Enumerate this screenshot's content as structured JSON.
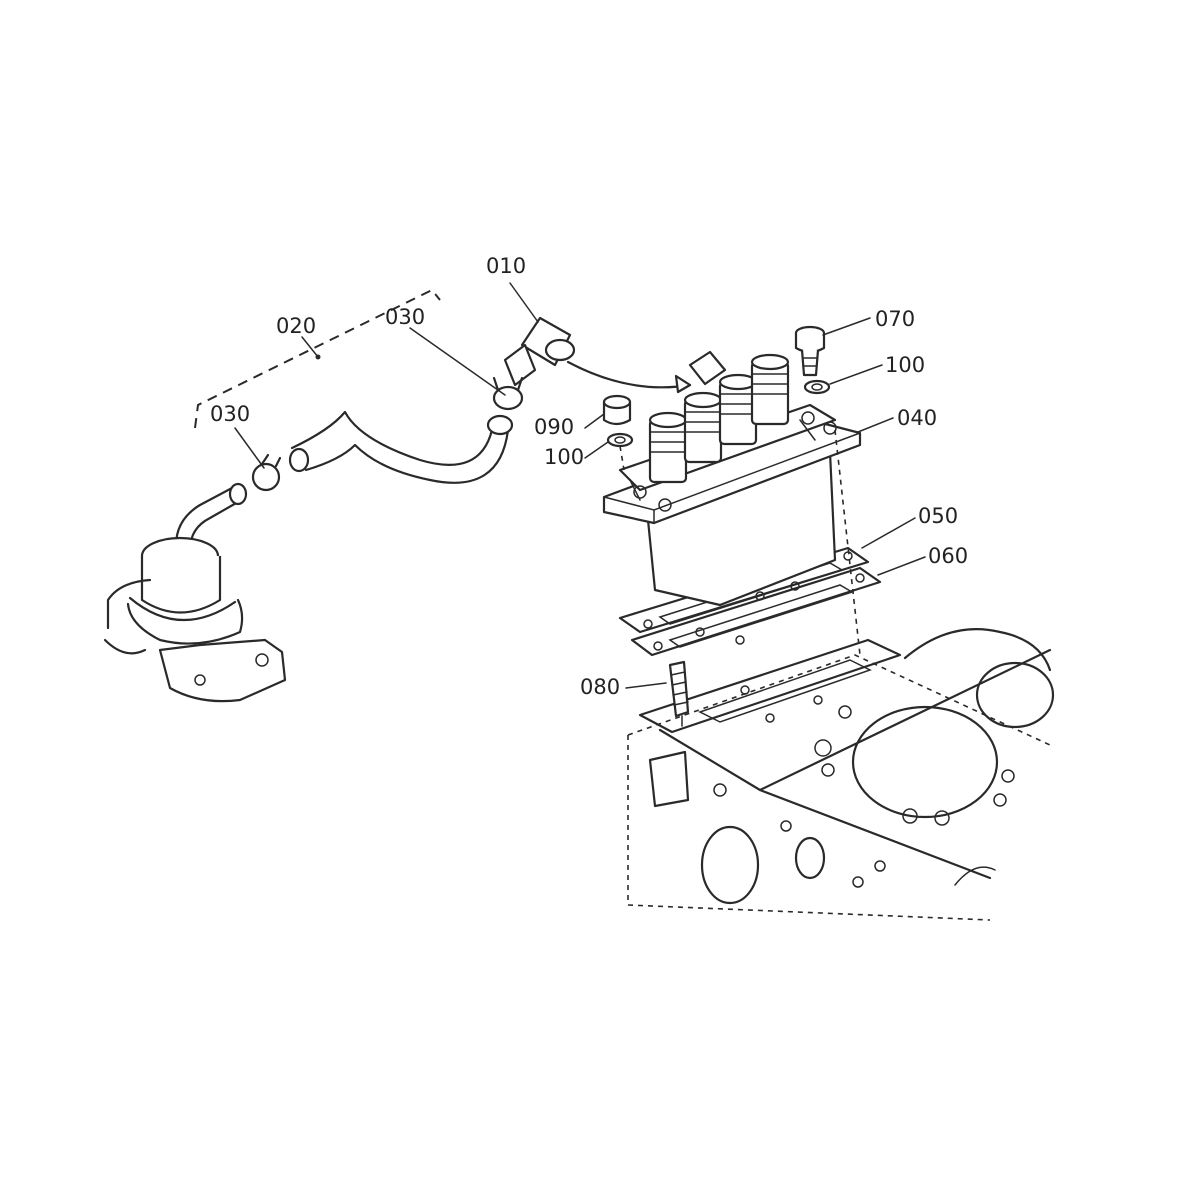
{
  "callouts": [
    {
      "id": "c010",
      "text": "010"
    },
    {
      "id": "c020",
      "text": "020"
    },
    {
      "id": "c030a",
      "text": "030"
    },
    {
      "id": "c030b",
      "text": "030"
    },
    {
      "id": "c070",
      "text": "070"
    },
    {
      "id": "c100a",
      "text": "100"
    },
    {
      "id": "c040",
      "text": "040"
    },
    {
      "id": "c090",
      "text": "090"
    },
    {
      "id": "c100b",
      "text": "100"
    },
    {
      "id": "c050",
      "text": "050"
    },
    {
      "id": "c060",
      "text": "060"
    },
    {
      "id": "c080",
      "text": "080"
    }
  ]
}
